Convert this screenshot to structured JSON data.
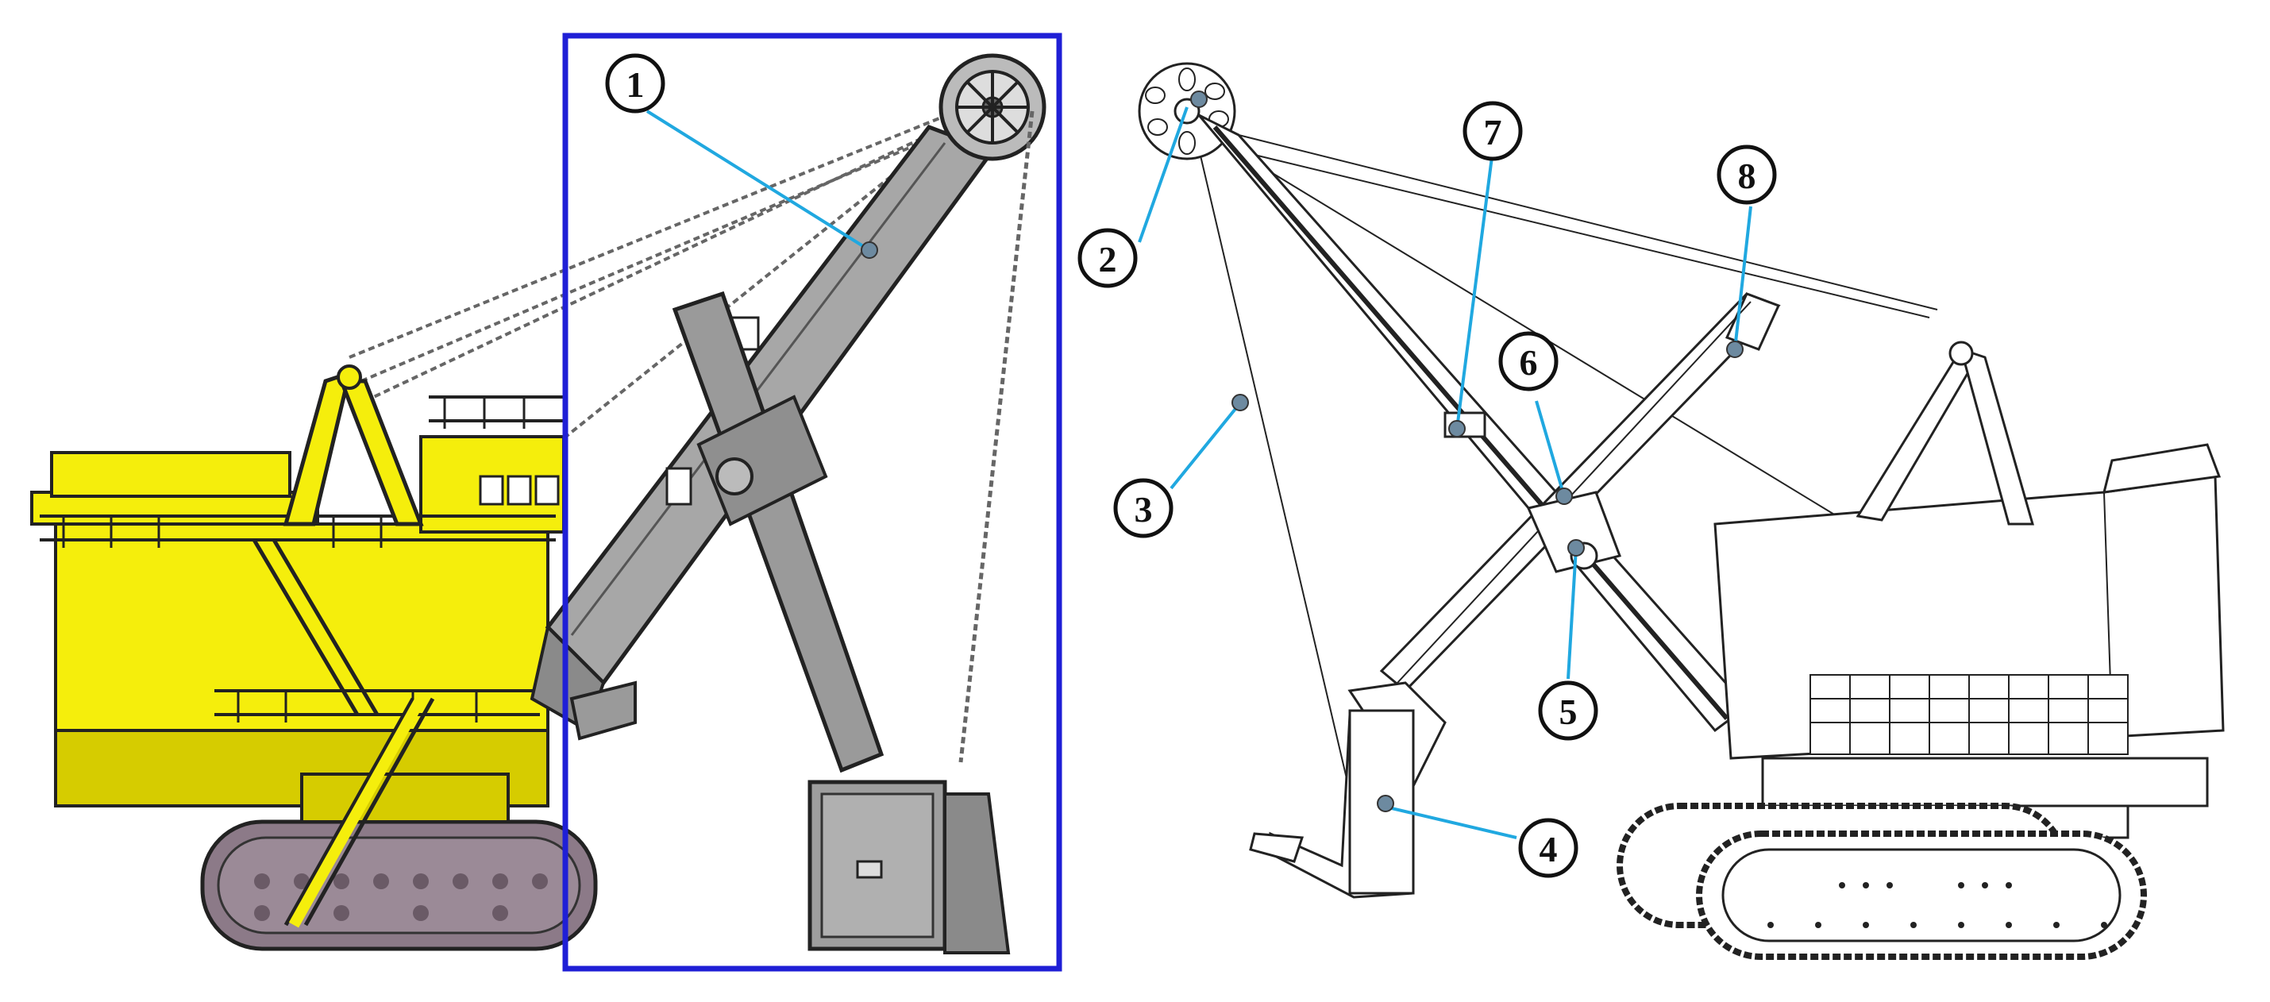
{
  "callouts": [
    {
      "id": "1",
      "label": "1"
    },
    {
      "id": "2",
      "label": "2"
    },
    {
      "id": "3",
      "label": "3"
    },
    {
      "id": "4",
      "label": "4"
    },
    {
      "id": "5",
      "label": "5"
    },
    {
      "id": "6",
      "label": "6"
    },
    {
      "id": "7",
      "label": "7"
    },
    {
      "id": "8",
      "label": "8"
    }
  ],
  "colors": {
    "body_yellow": "#f5ee0c",
    "body_yellow_dark": "#d6cc00",
    "track_purple": "#8c7a88",
    "boom_gray": "#a7a7a7",
    "frame_blue": "#1f1fd6",
    "leader_cyan": "#20a8e0",
    "dot_gray": "#6d8aa0",
    "outline": "#222222"
  }
}
